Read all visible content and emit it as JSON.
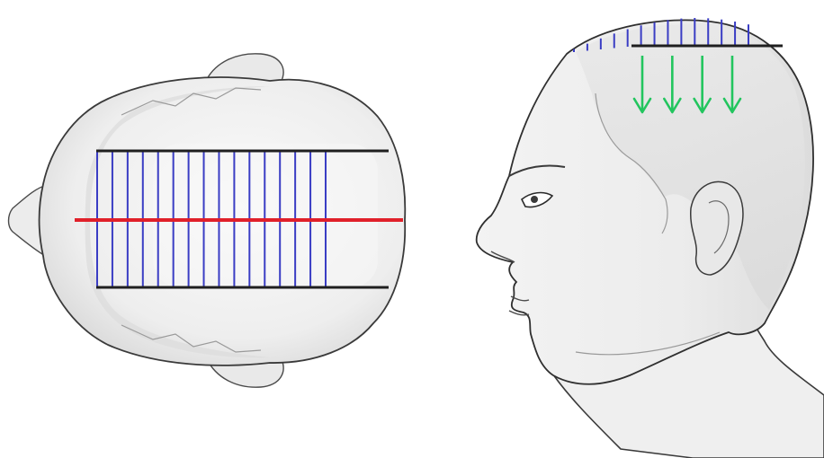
{
  "diagram": {
    "colors": {
      "background": "#ffffff",
      "skin_light": "#f4f4f4",
      "skin_mid": "#e2e2e2",
      "skin_shadow": "#cfcfcf",
      "outline": "#3a3a3a",
      "part_lines": "#1f1f1f",
      "stripes": "#3a3dc4",
      "center_line": "#e0202a",
      "arrows": "#22c55e"
    },
    "top_view": {
      "stripe_count": 16,
      "part_lines": 2,
      "center_line": 1
    },
    "side_view": {
      "stripe_count": 14,
      "arrow_count": 4,
      "arrow_direction": "down"
    }
  }
}
